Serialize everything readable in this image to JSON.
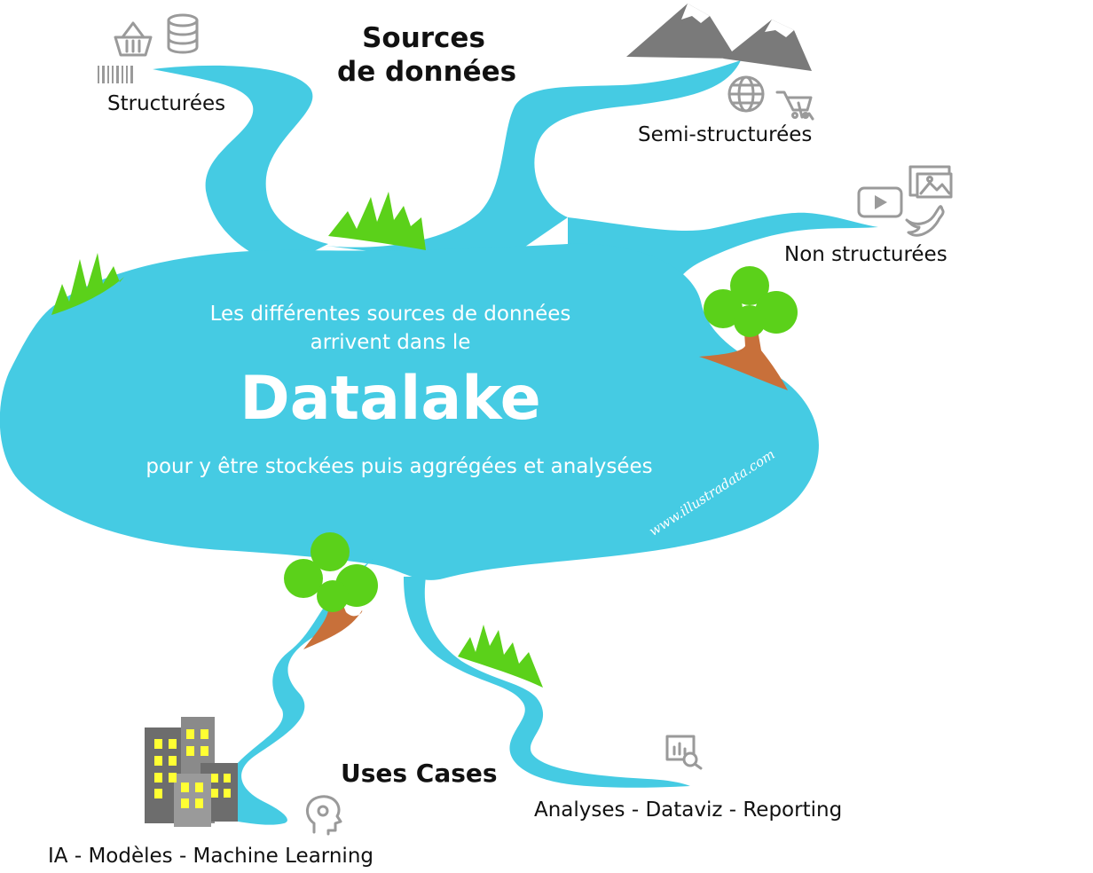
{
  "sources": {
    "heading_line1": "Sources",
    "heading_line2": "de données",
    "structured": "Structurées",
    "semi_structured": "Semi-structurées",
    "unstructured": "Non structurées"
  },
  "lake": {
    "intro_line1": "Les différentes sources de données",
    "intro_line2": "arrivent dans le",
    "name": "Datalake",
    "outro": "pour y être stockées puis aggrégées et analysées",
    "watermark": "www.illustradata.com"
  },
  "use_cases": {
    "heading": "Uses Cases",
    "analytics": "Analyses - Dataviz - Reporting",
    "ml": "IA - Modèles - Machine Learning"
  },
  "colors": {
    "water": "#45cbe3",
    "grass": "#5bd11a",
    "trunk": "#c8703a",
    "icon_grey": "#9a9a9a",
    "building_grey": "#707070",
    "window_yellow": "#ffff33"
  },
  "icons": [
    "basket-icon",
    "database-icon",
    "barcode-icon",
    "mountain-icon",
    "globe-icon",
    "cart-icon",
    "video-icon",
    "image-icon",
    "twitter-icon",
    "analytics-icon",
    "brain-icon",
    "buildings-icon"
  ]
}
